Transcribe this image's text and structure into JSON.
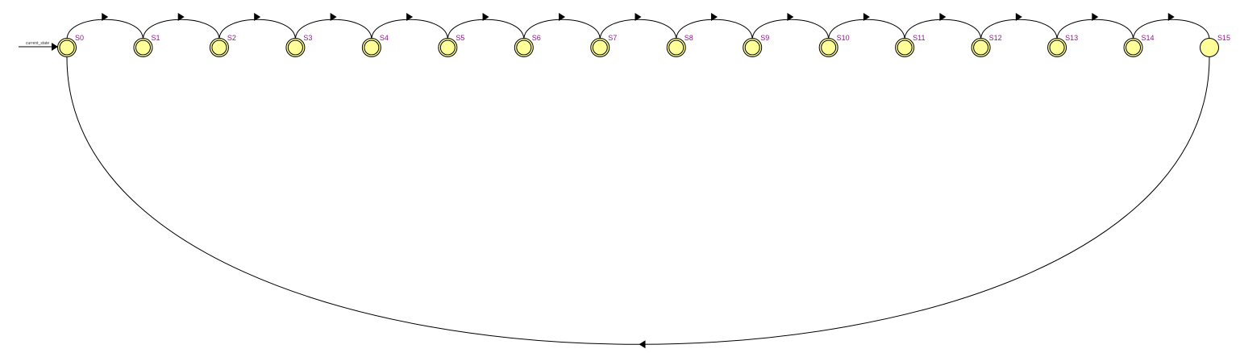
{
  "diagram": {
    "type": "state-machine",
    "input_label": "current_state",
    "colors": {
      "state_fill": "#ffff99",
      "state_stroke": "#000000",
      "label": "#8b1a8b",
      "edge": "#000000"
    },
    "initial_state": "S0",
    "states": [
      {
        "id": "S0",
        "label": "S0",
        "double": true
      },
      {
        "id": "S1",
        "label": "S1",
        "double": true
      },
      {
        "id": "S2",
        "label": "S2",
        "double": true
      },
      {
        "id": "S3",
        "label": "S3",
        "double": true
      },
      {
        "id": "S4",
        "label": "S4",
        "double": true
      },
      {
        "id": "S5",
        "label": "S5",
        "double": true
      },
      {
        "id": "S6",
        "label": "S6",
        "double": true
      },
      {
        "id": "S7",
        "label": "S7",
        "double": true
      },
      {
        "id": "S8",
        "label": "S8",
        "double": true
      },
      {
        "id": "S9",
        "label": "S9",
        "double": true
      },
      {
        "id": "S10",
        "label": "S10",
        "double": true
      },
      {
        "id": "S11",
        "label": "S11",
        "double": true
      },
      {
        "id": "S12",
        "label": "S12",
        "double": true
      },
      {
        "id": "S13",
        "label": "S13",
        "double": true
      },
      {
        "id": "S14",
        "label": "S14",
        "double": true
      },
      {
        "id": "S15",
        "label": "S15",
        "double": false
      }
    ],
    "transitions": [
      {
        "from": "S0",
        "to": "S1"
      },
      {
        "from": "S1",
        "to": "S2"
      },
      {
        "from": "S2",
        "to": "S3"
      },
      {
        "from": "S3",
        "to": "S4"
      },
      {
        "from": "S4",
        "to": "S5"
      },
      {
        "from": "S5",
        "to": "S6"
      },
      {
        "from": "S6",
        "to": "S7"
      },
      {
        "from": "S7",
        "to": "S8"
      },
      {
        "from": "S8",
        "to": "S9"
      },
      {
        "from": "S9",
        "to": "S10"
      },
      {
        "from": "S10",
        "to": "S11"
      },
      {
        "from": "S11",
        "to": "S12"
      },
      {
        "from": "S12",
        "to": "S13"
      },
      {
        "from": "S13",
        "to": "S14"
      },
      {
        "from": "S14",
        "to": "S15"
      },
      {
        "from": "S15",
        "to": "S0"
      }
    ]
  }
}
